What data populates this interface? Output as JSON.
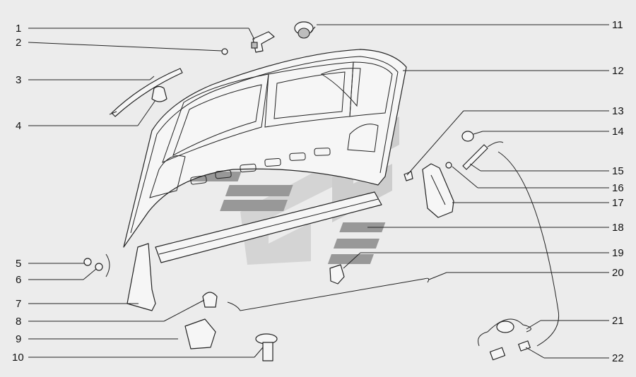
{
  "callouts": [
    {
      "id": "1",
      "num": "1"
    },
    {
      "id": "2",
      "num": "2"
    },
    {
      "id": "3",
      "num": "3"
    },
    {
      "id": "4",
      "num": "4"
    },
    {
      "id": "5",
      "num": "5"
    },
    {
      "id": "6",
      "num": "6"
    },
    {
      "id": "7",
      "num": "7"
    },
    {
      "id": "8",
      "num": "8"
    },
    {
      "id": "9",
      "num": "9"
    },
    {
      "id": "10",
      "num": "10"
    },
    {
      "id": "11",
      "num": "11"
    },
    {
      "id": "12",
      "num": "12"
    },
    {
      "id": "13",
      "num": "13"
    },
    {
      "id": "14",
      "num": "14"
    },
    {
      "id": "15",
      "num": "15"
    },
    {
      "id": "16",
      "num": "16"
    },
    {
      "id": "17",
      "num": "17"
    },
    {
      "id": "18",
      "num": "18"
    },
    {
      "id": "19",
      "num": "19"
    },
    {
      "id": "20",
      "num": "20"
    },
    {
      "id": "21",
      "num": "21"
    },
    {
      "id": "22",
      "num": "22"
    }
  ],
  "colors": {
    "background": "#ececec",
    "line": "#222222",
    "watermark": "#a8a8a8"
  }
}
